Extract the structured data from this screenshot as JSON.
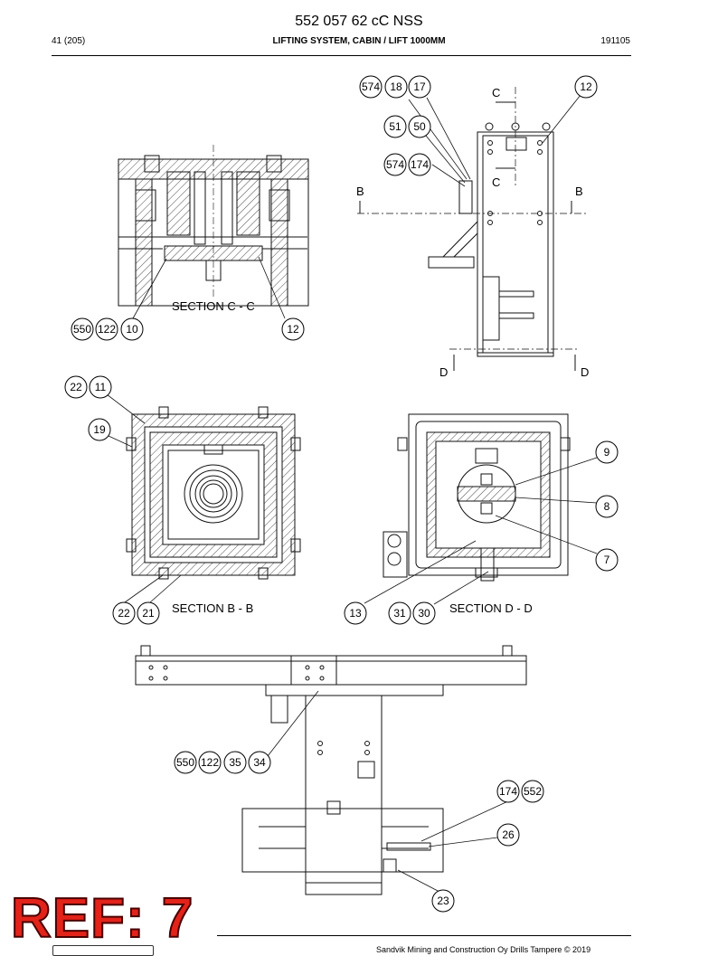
{
  "header": {
    "doc_number": "552 057 62 cC NSS",
    "page": "41 (205)",
    "title": "LIFTING SYSTEM, CABIN / LIFT 1000MM",
    "date": "191105"
  },
  "sections": {
    "cc": "SECTION C - C",
    "bb": "SECTION B - B",
    "dd": "SECTION D - D"
  },
  "cut_letters": {
    "c_top": "C",
    "c_bottom": "C",
    "b_left": "B",
    "b_right": "B",
    "d_left": "D",
    "d_right": "D"
  },
  "balloons": [
    "574",
    "18",
    "17",
    "12",
    "51",
    "50",
    "574",
    "174",
    "550",
    "122",
    "10",
    "12",
    "22",
    "11",
    "19",
    "9",
    "8",
    "7",
    "22",
    "21",
    "13",
    "31",
    "30",
    "550",
    "122",
    "35",
    "34",
    "174",
    "552",
    "26",
    "23"
  ],
  "stamp": "REF: 7",
  "footer": {
    "copyright": "Sandvik Mining and Construction Oy Drills Tampere © 2019"
  }
}
